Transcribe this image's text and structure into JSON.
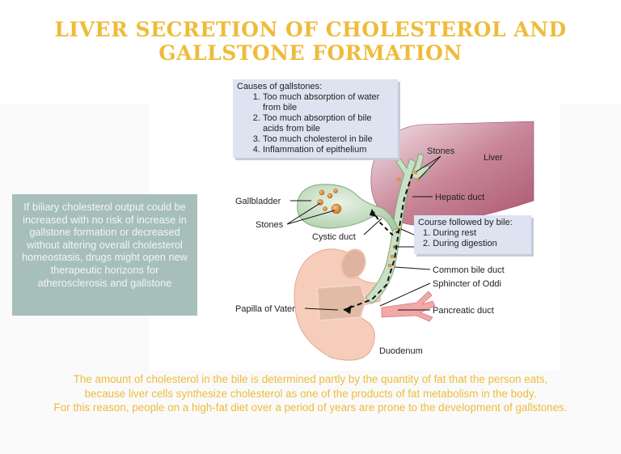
{
  "slide": {
    "title": "LIVER SECRETION OF CHOLESTEROL AND GALLSTONE FORMATION",
    "note": "If biliary cholesterol output could be increased with no risk of increase in gallstone formation or decreased without altering overall cholesterol homeostasis, drugs might open new therapeutic horizons for atherosclerosis and gallstone",
    "caption_lines": [
      "The amount of cholesterol in the bile is determined partly by the quantity of fat that the person eats,",
      "because liver cells synthesize cholesterol as one of the products of fat metabolism in the body.",
      "For this reason, people on a high-fat diet over a period of years are prone to the development of gallstones."
    ],
    "colors": {
      "title": "#eebc3a",
      "note_bg": "#a7bfbb",
      "callout_bg": "#dde3f0",
      "liver": "#b56a80",
      "duct": "#c9e0c6",
      "duodenum": "#f6cdbb",
      "stone": "#d58a3a"
    }
  },
  "diagram": {
    "causes": {
      "heading": "Causes of gallstones:",
      "items": [
        "Too much absorption of water from bile",
        "Too much absorption of bile acids from bile",
        "Too much cholesterol in bile",
        "Inflammation of epithelium"
      ]
    },
    "course": {
      "heading": "Course followed by bile:",
      "items": [
        "1. During rest",
        "2. During digestion"
      ]
    },
    "labels": {
      "stones_liver": "Stones",
      "liver": "Liver",
      "hepatic_duct": "Hepatic duct",
      "gallbladder": "Gallbladder",
      "stones_gallbladder": "Stones",
      "cystic_duct": "Cystic duct",
      "common_bile_duct": "Common bile duct",
      "sphincter": "Sphincter of Oddi",
      "papilla": "Papilla of Vater",
      "pancreatic_duct": "Pancreatic duct",
      "duodenum": "Duodenum"
    }
  }
}
